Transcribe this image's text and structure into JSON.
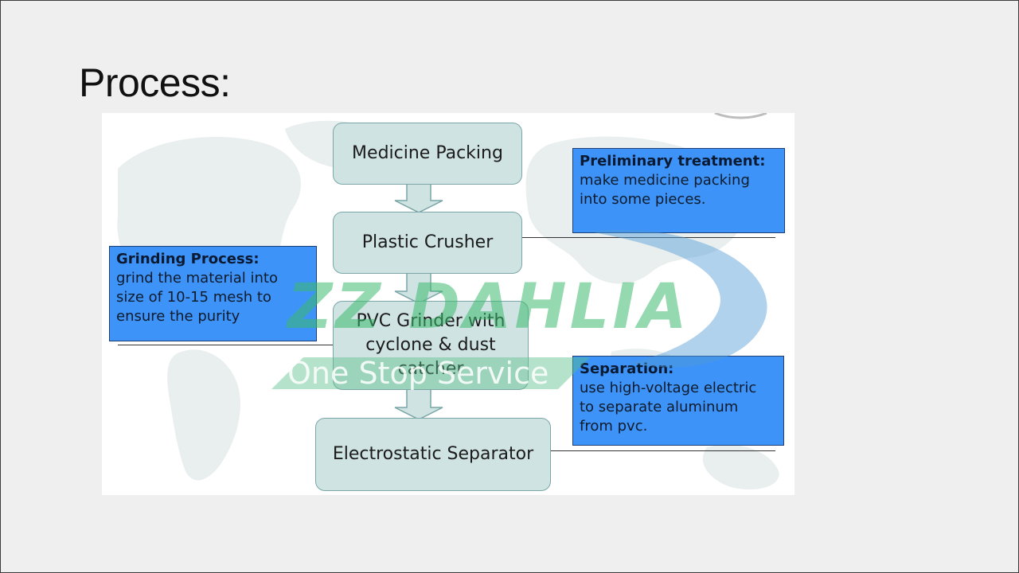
{
  "slide": {
    "title": "Process:"
  },
  "flow": {
    "steps": [
      {
        "id": "medicine-packing",
        "label": "Medicine Packing"
      },
      {
        "id": "plastic-crusher",
        "label": "Plastic Crusher"
      },
      {
        "id": "pvc-grinder",
        "label": "PVC Grinder with\ncyclone & dust\ncatcher"
      },
      {
        "id": "electrostatic-separator",
        "label": "Electrostatic Separator"
      }
    ],
    "notes": [
      {
        "id": "preliminary-treatment",
        "heading": "Preliminary treatment:",
        "body": "make medicine packing\ninto some pieces."
      },
      {
        "id": "grinding-process",
        "heading": "Grinding Process:",
        "body": "grind the material into\nsize of 10-15 mesh to\nensure the purity"
      },
      {
        "id": "separation",
        "heading": "Separation:",
        "body": "use high-voltage electric\nto separate aluminum\nfrom pvc."
      }
    ]
  },
  "watermark": {
    "brand": "ZZ DAHLIA",
    "tagline": "One Stop Service"
  },
  "colors": {
    "step_fill": "#cfe3e2",
    "note_fill": "#3d93f7",
    "watermark_green": "#3cb96e",
    "watermark_blue": "#3b86c8"
  }
}
